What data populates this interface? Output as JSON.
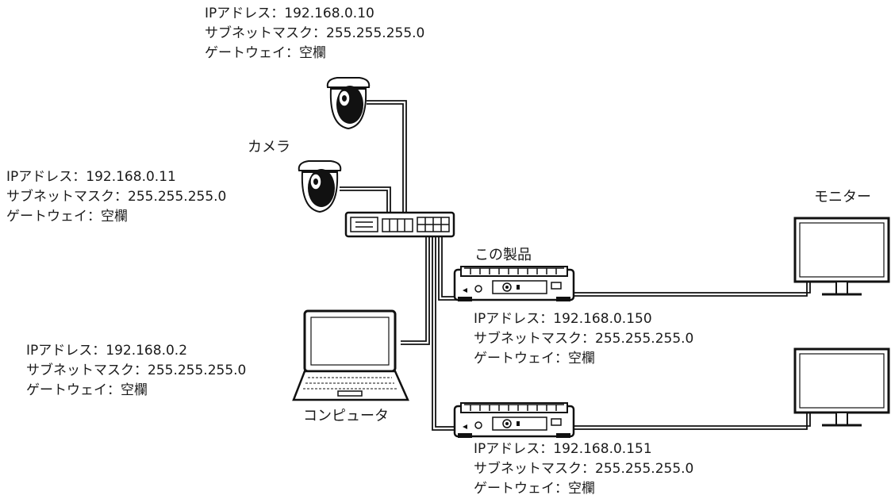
{
  "labels": {
    "camera": "カメラ",
    "monitor": "モニター",
    "product": "この製品",
    "computer": "コンピュータ"
  },
  "devices": {
    "camera1": {
      "ip": "IPアドレス：192.168.0.10",
      "subnet": "サブネットマスク：255.255.255.0",
      "gateway": "ゲートウェイ：空欄"
    },
    "camera2": {
      "ip": "IPアドレス：192.168.0.11",
      "subnet": "サブネットマスク：255.255.255.0",
      "gateway": "ゲートウェイ：空欄"
    },
    "computer": {
      "ip": "IPアドレス：192.168.0.2",
      "subnet": "サブネットマスク：255.255.255.0",
      "gateway": "ゲートウェイ：空欄"
    },
    "product1": {
      "ip": "IPアドレス：192.168.0.150",
      "subnet": "サブネットマスク：255.255.255.0",
      "gateway": "ゲートウェイ：空欄"
    },
    "product2": {
      "ip": "IPアドレス：192.168.0.151",
      "subnet": "サブネットマスク：255.255.255.0",
      "gateway": "ゲートウェイ：空欄"
    }
  }
}
